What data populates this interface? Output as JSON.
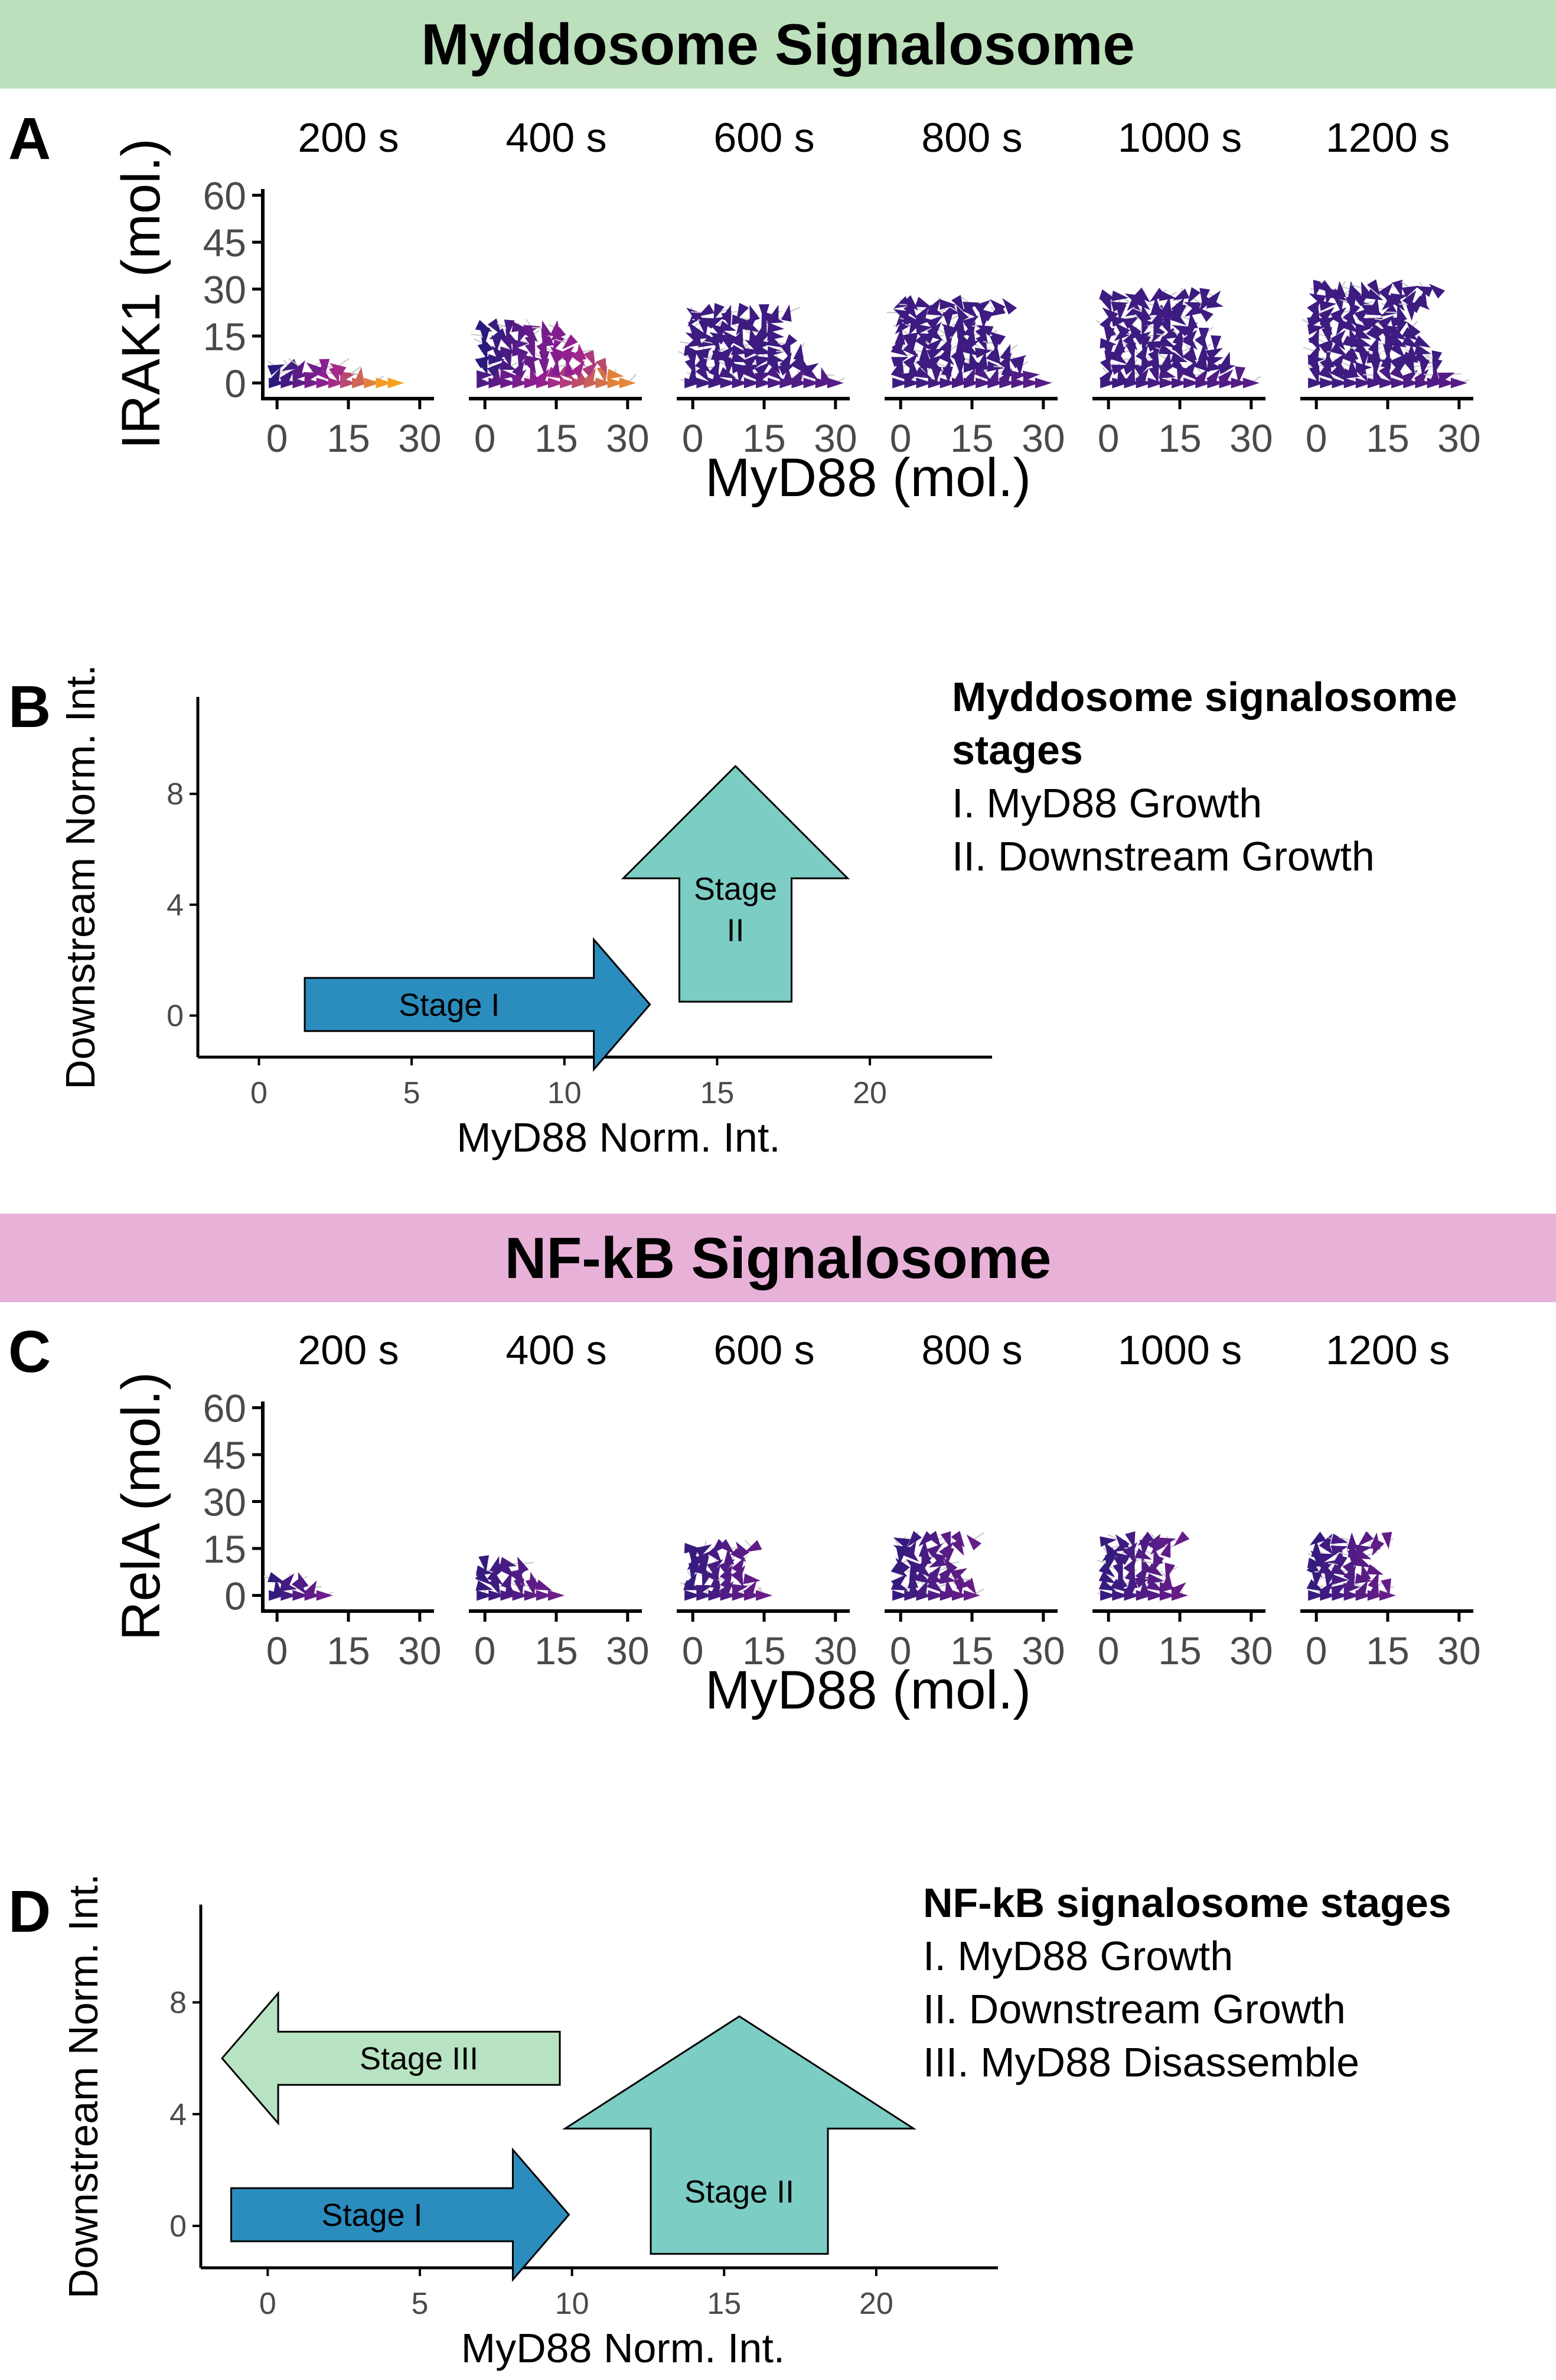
{
  "colors": {
    "banner_myddosome": "#bcdfbc",
    "banner_nfkb": "#e8b1d8",
    "stage_I": "#2b8cbe",
    "stage_II": "#7ccdc4",
    "stage_III": "#b8e3c2",
    "arrow_low": "#2b1a7c",
    "arrow_mid": "#9a1f94",
    "arrow_high": "#f7a020"
  },
  "banners": {
    "myddosome": "Myddosome Signalosome",
    "nfkb": "NF-kB Signalosome"
  },
  "panels": {
    "A": "A",
    "B": "B",
    "C": "C",
    "D": "D"
  },
  "legend_B": {
    "title_line1": "Myddosome signalosome",
    "title_line2": "stages",
    "item1": "I. MyD88 Growth",
    "item2": "II. Downstream Growth"
  },
  "legend_D": {
    "title": "NF-kB signalosome stages",
    "item1": "I. MyD88 Growth",
    "item2": "II. Downstream Growth",
    "item3": "III. MyD88 Disassemble"
  },
  "chart_data": [
    {
      "id": "A",
      "type": "vector field (faceted)",
      "facets": [
        "200 s",
        "400 s",
        "600 s",
        "800 s",
        "1000 s",
        "1200 s"
      ],
      "xlabel": "MyD88 (mol.)",
      "ylabel": "IRAK1 (mol.)",
      "xticks": [
        0,
        15,
        30
      ],
      "yticks": [
        0,
        15,
        30,
        45,
        60
      ],
      "xlim": [
        -3,
        33
      ],
      "ylim": [
        -5,
        62
      ],
      "facet_extent": [
        {
          "facet": "200 s",
          "x_max": 25,
          "y_max": 6
        },
        {
          "facet": "400 s",
          "x_max": 30,
          "y_max": 18
        },
        {
          "facet": "600 s",
          "x_max": 30,
          "y_max": 24
        },
        {
          "facet": "800 s",
          "x_max": 30,
          "y_max": 27
        },
        {
          "facet": "1000 s",
          "x_max": 30,
          "y_max": 28
        },
        {
          "facet": "1200 s",
          "x_max": 30,
          "y_max": 30
        }
      ]
    },
    {
      "id": "B",
      "type": "schematic arrows",
      "xlabel": "MyD88 Norm. Int.",
      "ylabel": "Downstream Norm. Int.",
      "xticks": [
        0,
        5,
        10,
        15,
        20
      ],
      "yticks": [
        0,
        4,
        8
      ],
      "xlim": [
        -2,
        24
      ],
      "ylim": [
        -1.5,
        11.5
      ],
      "arrows": [
        {
          "label": "Stage I",
          "direction": "right",
          "x0": 1.5,
          "x1": 12.8,
          "y": 0.4,
          "fill": "stage_I"
        },
        {
          "label_line1": "Stage",
          "label_line2": "II",
          "direction": "up",
          "x": 15.6,
          "y0": 0.5,
          "y1": 9.0,
          "fill": "stage_II"
        }
      ]
    },
    {
      "id": "C",
      "type": "vector field (faceted)",
      "facets": [
        "200 s",
        "400 s",
        "600 s",
        "800 s",
        "1000 s",
        "1200 s"
      ],
      "xlabel": "MyD88 (mol.)",
      "ylabel": "RelA (mol.)",
      "xticks": [
        0,
        15,
        30
      ],
      "yticks": [
        0,
        15,
        30,
        45,
        60
      ],
      "xlim": [
        -3,
        33
      ],
      "ylim": [
        -5,
        62
      ],
      "facet_extent": [
        {
          "facet": "200 s",
          "x_max": 10,
          "y_max": 7
        },
        {
          "facet": "400 s",
          "x_max": 15,
          "y_max": 10
        },
        {
          "facet": "600 s",
          "x_max": 16,
          "y_max": 16
        },
        {
          "facet": "800 s",
          "x_max": 17,
          "y_max": 19
        },
        {
          "facet": "1000 s",
          "x_max": 17,
          "y_max": 19
        },
        {
          "facet": "1200 s",
          "x_max": 17,
          "y_max": 19
        }
      ]
    },
    {
      "id": "D",
      "type": "schematic arrows",
      "xlabel": "MyD88 Norm. Int.",
      "ylabel": "Downstream Norm. Int.",
      "xticks": [
        0,
        5,
        10,
        15,
        20
      ],
      "yticks": [
        0,
        4,
        8
      ],
      "xlim": [
        -2.2,
        24
      ],
      "ylim": [
        -1.5,
        11.5
      ],
      "arrows": [
        {
          "label": "Stage III",
          "direction": "left",
          "x0": 9.6,
          "x1": -1.5,
          "y": 6.0,
          "fill": "stage_III"
        },
        {
          "label": "Stage I",
          "direction": "right",
          "x0": -1.2,
          "x1": 9.9,
          "y": 0.4,
          "fill": "stage_I"
        },
        {
          "label": "Stage II",
          "direction": "up",
          "x": 15.5,
          "y0": -1.0,
          "y1": 7.5,
          "fill": "stage_II"
        }
      ]
    }
  ]
}
